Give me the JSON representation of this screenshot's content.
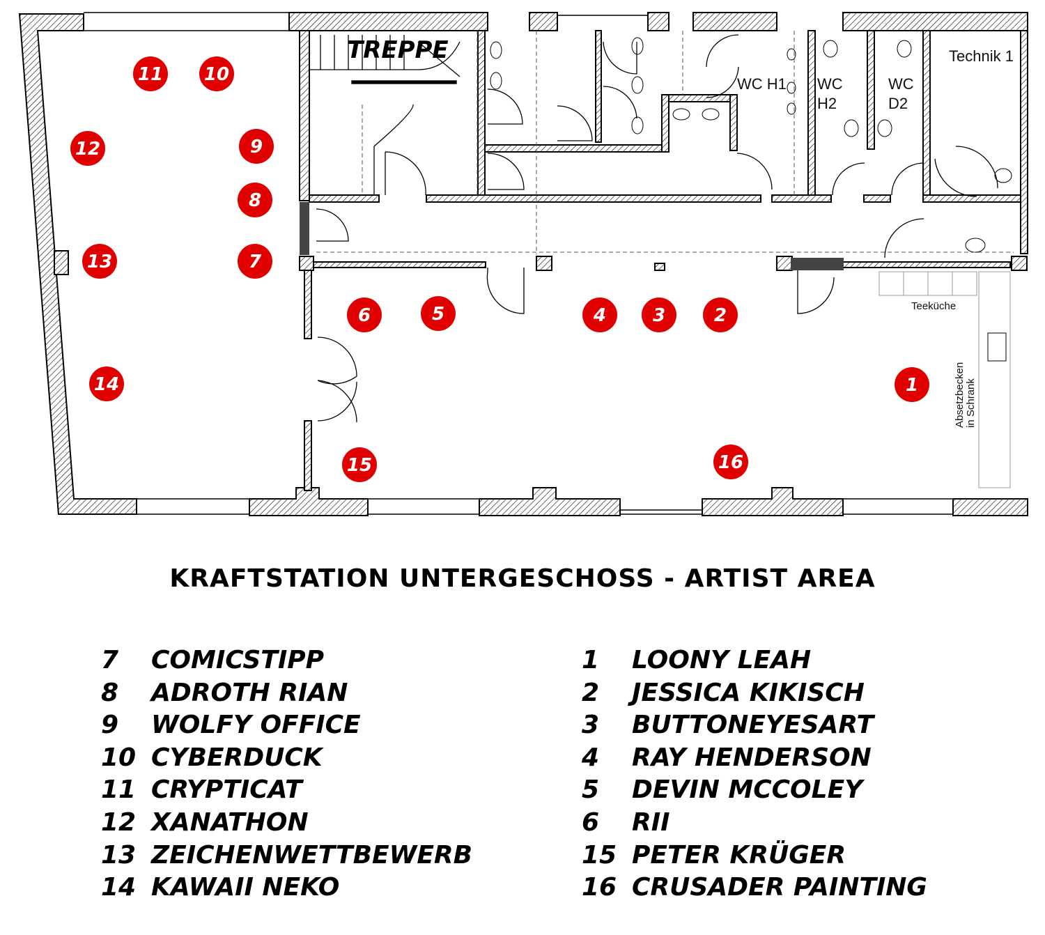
{
  "plan": {
    "room_labels": {
      "stairs": "TREPPE",
      "wc_h1": "WC H1",
      "wc_h2_line1": "WC",
      "wc_h2_line2": "H2",
      "wc_d2_line1": "WC",
      "wc_d2_line2": "D2",
      "technik": "Technik 1",
      "kitchen": "Teeküche",
      "sink_line1": "Absetzbecken",
      "sink_line2": "in Schrank"
    },
    "markers": [
      {
        "id": "1",
        "label": "1"
      },
      {
        "id": "2",
        "label": "2"
      },
      {
        "id": "3",
        "label": "3"
      },
      {
        "id": "4",
        "label": "4"
      },
      {
        "id": "5",
        "label": "5"
      },
      {
        "id": "6",
        "label": "6"
      },
      {
        "id": "7",
        "label": "7"
      },
      {
        "id": "8",
        "label": "8"
      },
      {
        "id": "9",
        "label": "9"
      },
      {
        "id": "10",
        "label": "10"
      },
      {
        "id": "11",
        "label": "11"
      },
      {
        "id": "12",
        "label": "12"
      },
      {
        "id": "13",
        "label": "13"
      },
      {
        "id": "14",
        "label": "14"
      },
      {
        "id": "15",
        "label": "15"
      },
      {
        "id": "16",
        "label": "16"
      }
    ],
    "marker_color": "#e10000"
  },
  "title": "KRAFTSTATION UNTERGESCHOSS - ARTIST AREA",
  "legend": {
    "left": [
      {
        "number": "7",
        "name": "COMICSTIPP"
      },
      {
        "number": "8",
        "name": "ADROTH RIAN"
      },
      {
        "number": "9",
        "name": "WOLFY OFFICE"
      },
      {
        "number": "10",
        "name": "CYBERDUCK"
      },
      {
        "number": "11",
        "name": "CRYPTICAT"
      },
      {
        "number": "12",
        "name": "XANATHON"
      },
      {
        "number": "13",
        "name": "ZEICHENWETTBEWERB"
      },
      {
        "number": "14",
        "name": "KAWAII NEKO"
      }
    ],
    "right": [
      {
        "number": "1",
        "name": "LOONY LEAH"
      },
      {
        "number": "2",
        "name": "JESSICA KIKISCH"
      },
      {
        "number": "3",
        "name": "BUTTONEYESART"
      },
      {
        "number": "4",
        "name": "RAY HENDERSON"
      },
      {
        "number": "5",
        "name": "DEVIN MCCOLEY"
      },
      {
        "number": "6",
        "name": "RII"
      },
      {
        "number": "15",
        "name": "PETER KRÜGER"
      },
      {
        "number": "16",
        "name": "CRUSADER PAINTING"
      }
    ]
  }
}
